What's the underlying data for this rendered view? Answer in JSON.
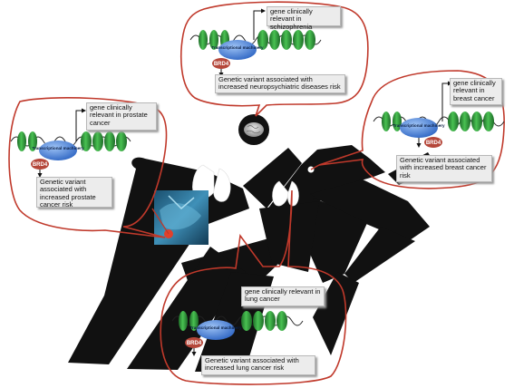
{
  "panels": {
    "schizophrenia": {
      "gene_label": "gene clinically relevant in schizophrenia",
      "variant_label": "Genetic variant associated with increased neuropsychiatric diseases risk",
      "machinery_label": "Transcriptional machinery",
      "brd4_label": "BRD4"
    },
    "prostate": {
      "gene_label": "gene clinically relevant in prostate cancer",
      "variant_label": "Genetic variant associated with increased prostate cancer risk",
      "machinery_label": "Transcriptional machinery",
      "brd4_label": "BRD4"
    },
    "breast": {
      "gene_label": "gene clinically relevant in breast cancer",
      "variant_label": "Genetic variant associated with increased breast cancer risk",
      "machinery_label": "Transcriptional machinery",
      "brd4_label": "BRD4"
    },
    "lung": {
      "gene_label": "gene clinically relevant in lung cancer",
      "variant_label": "Genetic variant associated with increased lung cancer risk",
      "machinery_label": "Transcriptional machinery",
      "brd4_label": "BRD4"
    }
  },
  "colors": {
    "bubble_outline": "#c0392b",
    "nucleosome": "#2f9a3a",
    "machinery": "#3f7fd6",
    "brd4": "#b5473a",
    "figure": "#111111"
  }
}
